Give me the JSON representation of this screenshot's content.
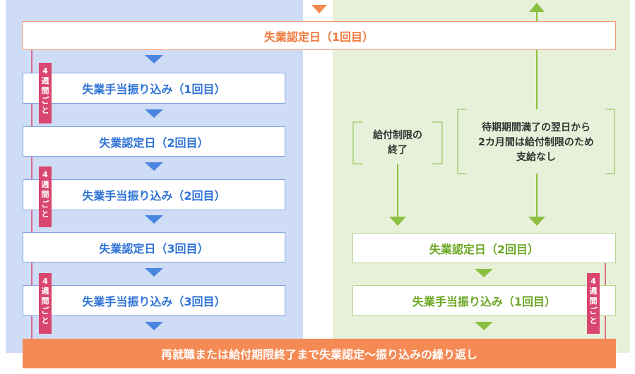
{
  "top_section": {
    "certification_label": "失業認定日（1回目）"
  },
  "left_flow": {
    "items": [
      {
        "type": "payment",
        "label": "失業手当振り込み（1回目）"
      },
      {
        "type": "certification",
        "label": "失業認定日（2回目）"
      },
      {
        "type": "payment",
        "label": "失業手当振り込み（2回目）"
      },
      {
        "type": "certification",
        "label": "失業認定日（3回目）"
      },
      {
        "type": "payment",
        "label": "失業手当振り込み（3回目）"
      }
    ],
    "cycle_tags": [
      {
        "chars": [
          "4",
          "週",
          "間",
          "ご",
          "と"
        ]
      },
      {
        "chars": [
          "4",
          "週",
          "間",
          "ご",
          "と"
        ]
      },
      {
        "chars": [
          "4",
          "週",
          "間",
          "ご",
          "と"
        ]
      }
    ]
  },
  "right_flow": {
    "note_restriction_end": {
      "lines": [
        "給付制限の",
        "終了"
      ]
    },
    "note_waiting_period": {
      "lines": [
        "待期期間満了の翌日から",
        "2カ月間は給付制限のため",
        "支給なし"
      ]
    },
    "certification_label": "失業認定日（2回目）",
    "payment_label": "失業手当振り込み（1回目）",
    "cycle_tag": {
      "chars": [
        "4",
        "週",
        "間",
        "ご",
        "と"
      ]
    }
  },
  "footer": {
    "label": "再就職または給付期限終了まで失業認定〜振り込みの繰り返し"
  },
  "colors": {
    "left_background": "#cfdcf5",
    "right_background": "#e7f1d9",
    "orange_accent": "#f58a55",
    "blue_accent": "#2f73d6",
    "green_accent": "#8cbf3f",
    "cycle_tag": "#d94670"
  }
}
